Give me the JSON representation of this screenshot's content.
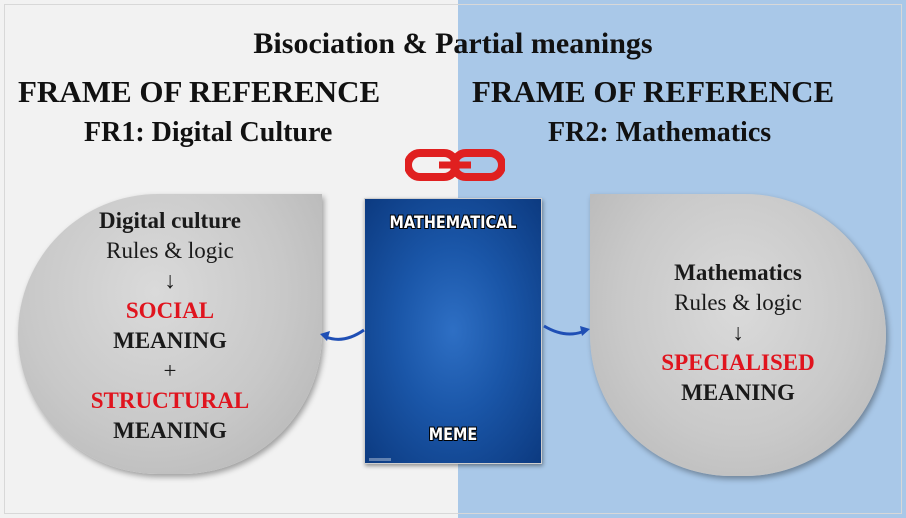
{
  "title": "Bisociation & Partial meanings",
  "frames": {
    "left": {
      "label": "FRAME OF REFERENCE",
      "name": "FR1: Digital Culture"
    },
    "right": {
      "label": "FRAME OF REFERENCE",
      "name": "FR2: Mathematics"
    }
  },
  "left_circle": {
    "heading": "Digital culture",
    "subheading": "Rules & logic",
    "arrow": "↓",
    "meaning1_key": "SOCIAL",
    "meaning1_word": "MEANING",
    "plus": "+",
    "meaning2_key": "STRUCTURAL",
    "meaning2_word": "MEANING"
  },
  "right_circle": {
    "heading": "Mathematics",
    "subheading": "Rules & logic",
    "arrow": "↓",
    "meaning_key": "SPECIALISED",
    "meaning_word": "MEANING"
  },
  "meme": {
    "top_text": "MATHEMATICAL",
    "bottom_text": "MEME"
  },
  "colors": {
    "left_background": "#f2f2f2",
    "right_background": "#a9c8e8",
    "highlight_red": "#e0141e",
    "arrow_blue": "#1f4fb5",
    "chain_red": "#e02020"
  },
  "icons": {
    "link": "chain-link-icon"
  }
}
